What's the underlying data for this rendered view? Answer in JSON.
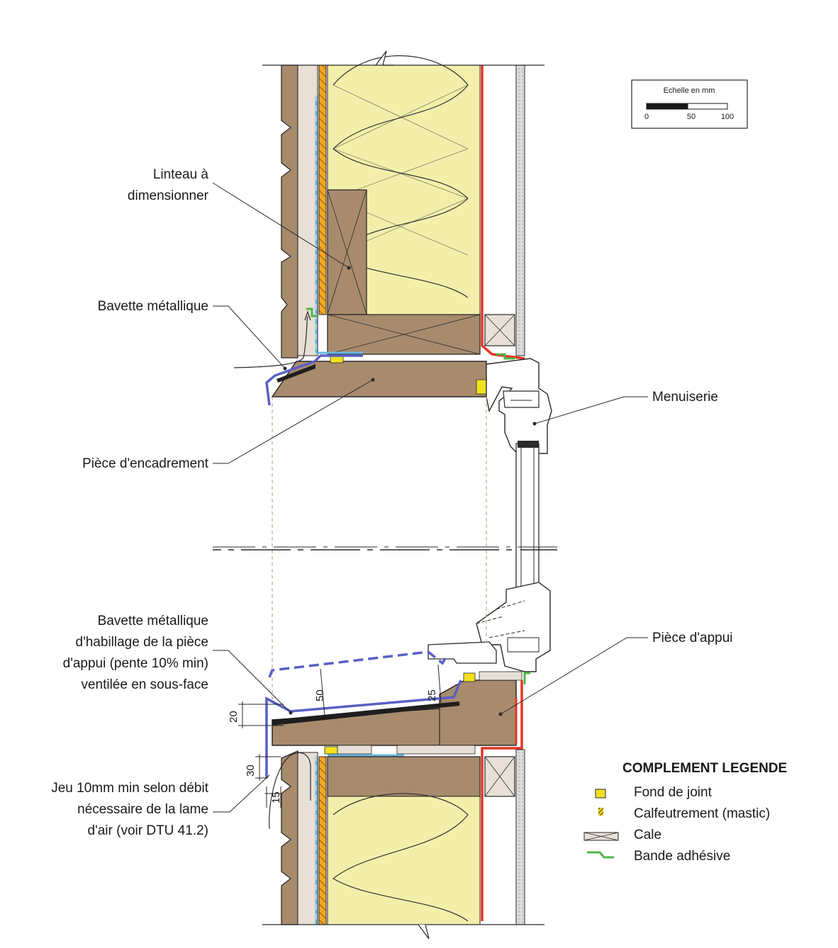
{
  "labels": {
    "linteau": [
      "Linteau à",
      "dimensionner"
    ],
    "bavette_haut": "Bavette métallique",
    "menuiserie": "Menuiserie",
    "encadrement": "Pièce d'encadrement",
    "bavette_bas": [
      "Bavette métallique",
      "d'habillage de la pièce",
      "d'appui (pente 10% min)",
      "ventilée en sous-face"
    ],
    "appui": "Pièce d'appui",
    "jeu": [
      "Jeu 10mm min selon débit",
      "nécessaire de la lame",
      "d'air (voir DTU 41.2)"
    ]
  },
  "scale": {
    "title": "Echelle en mm",
    "ticks": [
      "0",
      "50",
      "100"
    ]
  },
  "dimensions": {
    "d50": "50",
    "d25": "25",
    "d20": "20",
    "d30": "30",
    "d15": "15"
  },
  "legend": {
    "title": "COMPLEMENT LEGENDE",
    "items": [
      {
        "label": "Fond de joint",
        "icon": "yellow-square-icon"
      },
      {
        "label": "Calfeutrement (mastic)",
        "icon": "hatched-mastic-icon"
      },
      {
        "label": "Cale",
        "icon": "cross-box-icon"
      },
      {
        "label": "Bande adhésive",
        "icon": "green-step-line-icon"
      }
    ]
  },
  "colors": {
    "wood": "#a88b6c",
    "insulation": "#f3efaa",
    "membrane": "#e53525",
    "flashing": "#5a5fc4",
    "tape": "#4db848",
    "rain_screen": "#69b7e0",
    "bracing": "#f5a524",
    "fond_de_joint": "#f2e020"
  }
}
